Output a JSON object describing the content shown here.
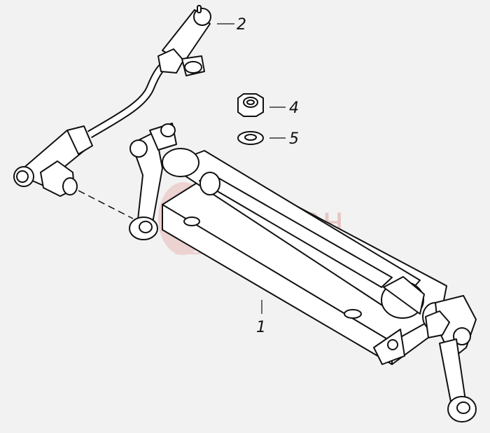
{
  "diagram": {
    "callouts": [
      {
        "id": "1",
        "label": "1"
      },
      {
        "id": "2",
        "label": "2"
      },
      {
        "id": "4",
        "label": "4"
      },
      {
        "id": "5",
        "label": "5"
      }
    ],
    "watermark": {
      "text": "Сапсан",
      "color": "#e7c2c2"
    },
    "colors": {
      "line": "#111111",
      "part_fill": "#ffffff",
      "background": "#f2f2f2"
    }
  }
}
